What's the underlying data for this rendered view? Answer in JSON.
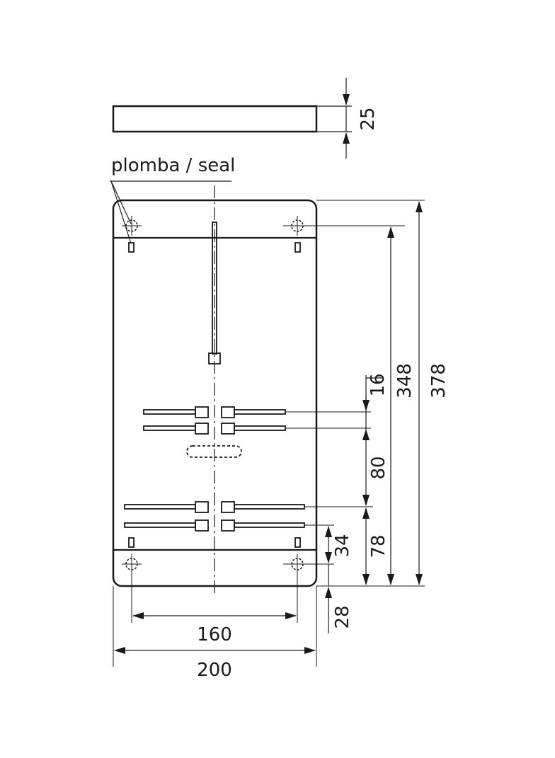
{
  "labels": {
    "seal": "plomba / seal"
  },
  "dimensions": {
    "top_depth": "25",
    "overall_height": "378",
    "hole_spacing_vertical": "348",
    "rail_gap_top": "16",
    "rail_spacing_mid": "80",
    "rail_to_bottom_hole": "78",
    "bottom_rail_to_tab": "34",
    "bottom_hole_offset": "28",
    "hole_spacing_horizontal": "160",
    "overall_width": "200"
  },
  "colors": {
    "line": "#1a1a1a",
    "background": "#ffffff"
  }
}
